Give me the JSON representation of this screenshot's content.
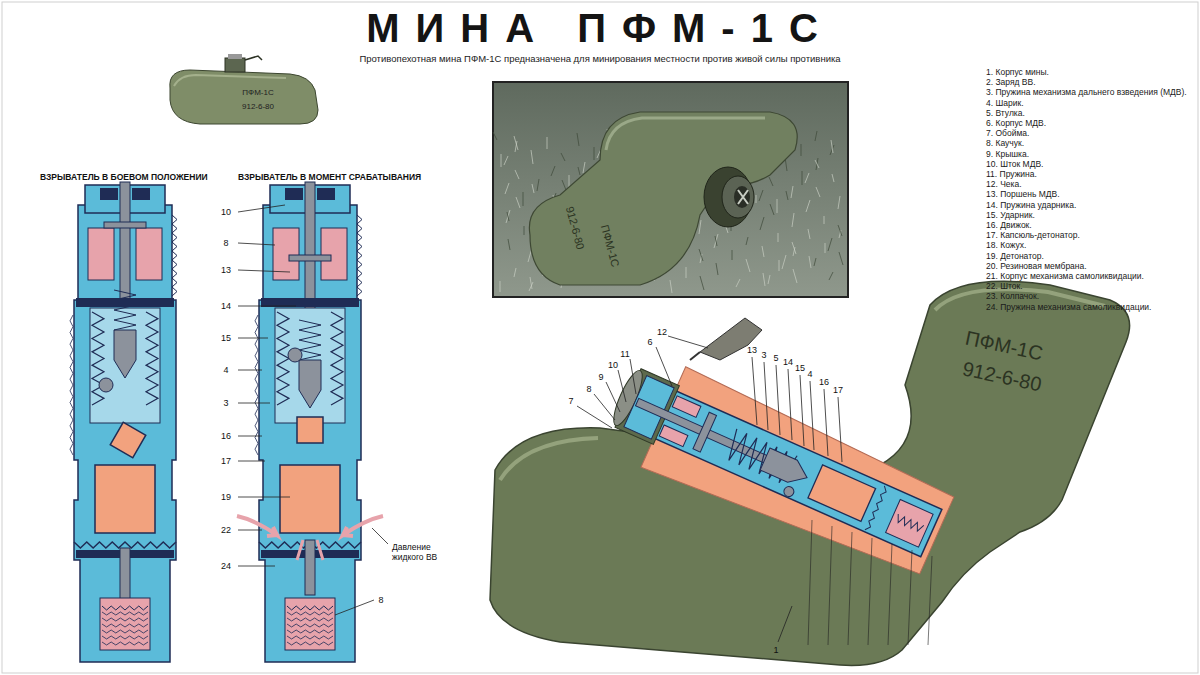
{
  "diagram": {
    "title": "МИНА ПФМ-1С",
    "caption": "Противопехотная мина ПФМ-1С предназначена для минирования местности против живой силы противника",
    "labels": [
      "ПФМ-1С",
      "912-6-80",
      "ВЗРЫВАТЕЛЬ В БОЕВОМ ПОЛОЖЕНИИ",
      "ВЗРЫВАТЕЛЬ В МОМЕНТ СРАБАТЫВАНИЯ",
      "10",
      "8",
      "13",
      "14",
      "15",
      "4",
      "3",
      "16",
      "17",
      "19",
      "22",
      "24",
      "8",
      "Давление жидкого ВВ",
      "912-6-80",
      "ПФМ-1С",
      "ПФМ-1С",
      "912-6-80",
      "12",
      "6",
      "11",
      "10",
      "9",
      "8",
      "7",
      "13",
      "3",
      "5",
      "14",
      "15",
      "4",
      "16",
      "17",
      "1",
      "1. Корпус мины.",
      "2. Заряд ВВ.",
      "3. Пружина механизма дальнего взведения (МДВ).",
      "4. Шарик.",
      "5. Втулка.",
      "6. Корпус МДВ.",
      "7. Обойма.",
      "8. Каучук.",
      "9. Крышка.",
      "10. Шток МДВ.",
      "11. Пружина.",
      "12. Чека.",
      "13. Поршень МДВ.",
      "14. Пружина ударника.",
      "15. Ударник.",
      "16. Движок.",
      "17. Капсюль-детонатор.",
      "18. Кожух.",
      "19. Детонатор.",
      "20. Резиновая мембрана.",
      "21. Корпус механизма самоликвидации.",
      "22. Шток.",
      "23. Колпачок.",
      "24. Пружина механизма самоликвидации."
    ]
  }
}
